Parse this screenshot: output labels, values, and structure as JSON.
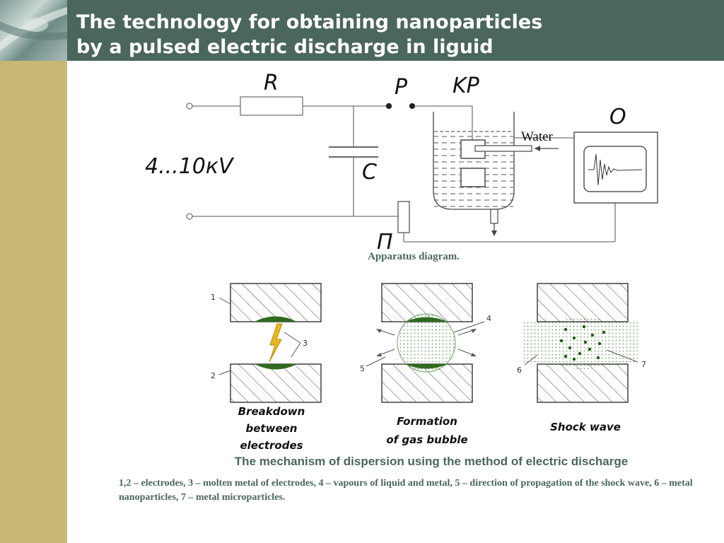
{
  "title": {
    "line1": "The technology for obtaining nanoparticles",
    "line2": "by a pulsed electric discharge in liguid"
  },
  "apparatus": {
    "resistor_label": "R",
    "spark_gap_label": "P",
    "chamber_label": "KP",
    "oscilloscope_label": "O",
    "voltage_label": "4...10кV",
    "capacitor_label": "C",
    "probe_label": "П",
    "water_label": "Water",
    "caption": "Apparatus diagram."
  },
  "mechanism": {
    "stages": [
      {
        "label_line1": "Breakdown",
        "label_line2": "between",
        "label_line3": "electrodes"
      },
      {
        "label_line1": "Formation",
        "label_line2": "of gas bubble"
      },
      {
        "label_line1": "Shock wave"
      }
    ],
    "markers": [
      "1",
      "2",
      "3",
      "4",
      "5",
      "6",
      "7"
    ],
    "title": "The mechanism of dispersion using the method of electric discharge",
    "legend": "1,2 – electrodes, 3 – molten metal of electrodes, 4 – vapours of liquid and metal, 5 – direction of propagation of the shock wave, 6 – metal nanoparticles, 7 – metal microparticles."
  },
  "colors": {
    "header": "#4a665d",
    "sidebar": "#c8b874",
    "molten_metal": "#2e6b1e",
    "spark": "#e8b820"
  }
}
